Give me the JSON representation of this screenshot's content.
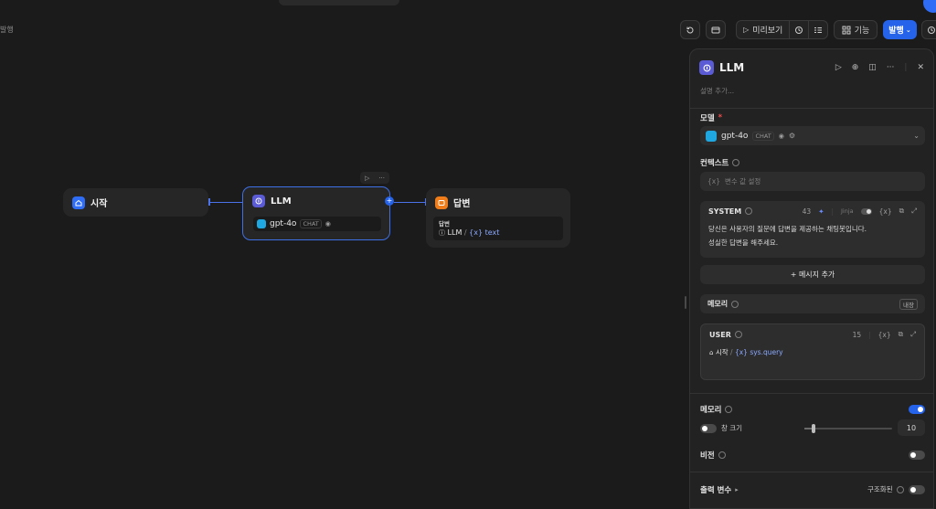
{
  "top": {
    "status_text": "발행",
    "preview_label": "미리보기",
    "features_label": "기능",
    "publish_label": "발행"
  },
  "nodes": {
    "start": {
      "title": "시작"
    },
    "llm": {
      "title": "LLM",
      "model": "gpt-4o",
      "badge": "CHAT"
    },
    "answer": {
      "title": "답변",
      "output_label": "답변",
      "ref_node": "LLM",
      "ref_sep": "/",
      "ref_var": "{x} text"
    }
  },
  "panel": {
    "title": "LLM",
    "description_placeholder": "설명 추가...",
    "model_label": "모델",
    "required_mark": "*",
    "model_name": "gpt-4o",
    "model_badge": "CHAT",
    "context_label": "컨텍스트",
    "context_placeholder": "변수 값 설정",
    "system": {
      "label": "SYSTEM",
      "count": "43",
      "jinja": "Jinja",
      "var_icon": "{x}",
      "line1": "당신은 사용자의 질문에 답변을 제공하는 채팅봇입니다.",
      "line2": "성실한 답변을 해주세요."
    },
    "add_message": "+ 메시지 추가",
    "memory_row_label": "메모리",
    "builtin_badge": "내장",
    "user": {
      "label": "USER",
      "count": "15",
      "var_icon": "{x}",
      "ref_node": "시작",
      "ref_sep": "/",
      "ref_var": "{x} sys.query"
    },
    "memory_label": "메모리",
    "window_label": "창 크기",
    "window_value": "10",
    "window_fraction": 0.1,
    "vision_label": "비전",
    "output_label": "출력 변수",
    "structured_label": "구조화된"
  },
  "colors": {
    "accent": "#2563eb",
    "llm_icon": "#5b5bd6",
    "start_icon": "#2f6df6",
    "answer_icon": "#f07c1a",
    "variable": "#8aa8ff"
  }
}
